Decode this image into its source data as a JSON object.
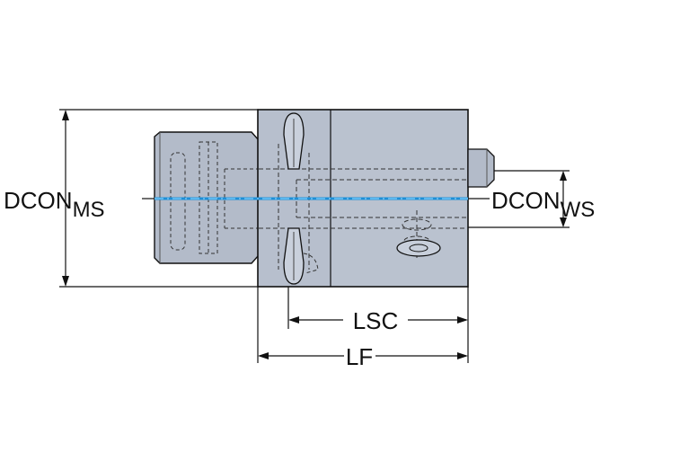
{
  "labels": {
    "dcon_ms_main": "DCON",
    "dcon_ms_sub": "MS",
    "dcon_ws_main": "DCON",
    "dcon_ws_sub": "WS",
    "lsc": "LSC",
    "lf": "LF"
  },
  "colors": {
    "body_fill": "#b7bfcd",
    "shank_fill": "#b3bbc9",
    "outline": "#111111",
    "hidden_line": "#333333",
    "centerline": "#1e8fd6",
    "centerline_dash": "#7fd0ff"
  }
}
